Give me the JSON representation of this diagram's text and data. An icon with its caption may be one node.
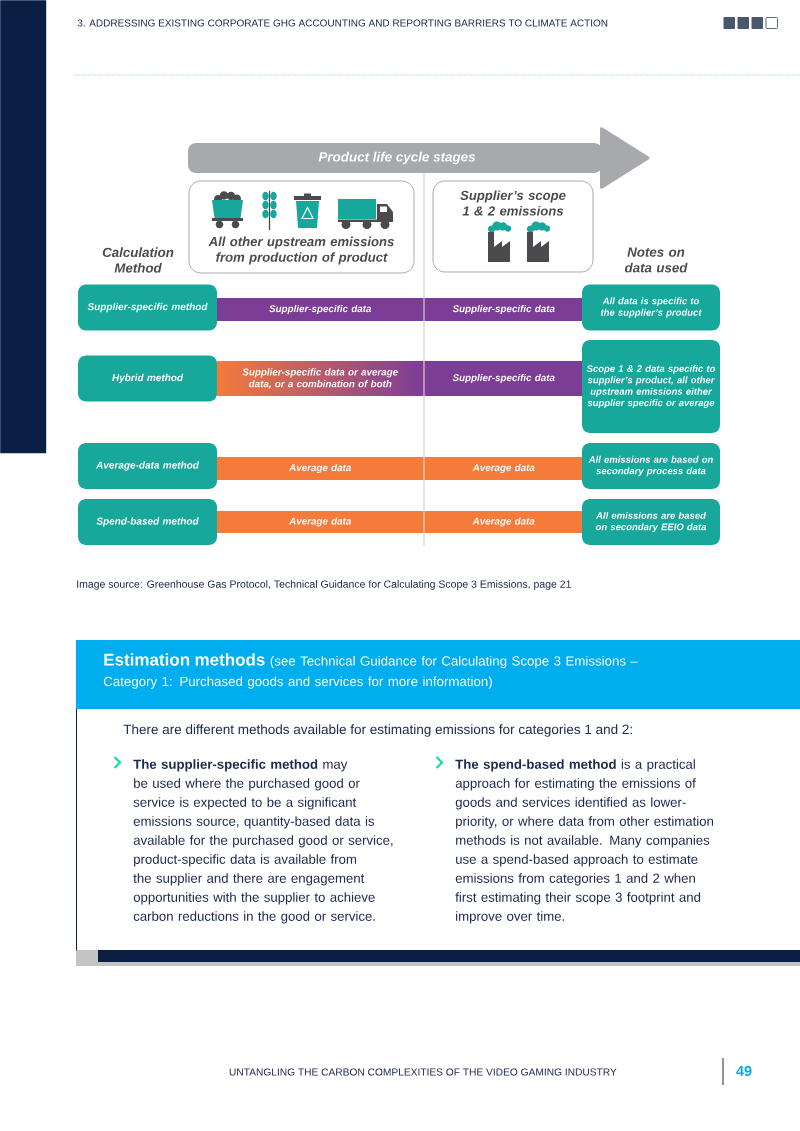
{
  "diagram": {
    "caption": "Image source: Greenhouse Gas Protocol, Technical Guidance for Calculating Scope 3 Emissions, page 21",
    "nodes": [
      {
        "text": [],
        "shape": "bar"
      },
      {
        "text": [
          "Product life cycle stages"
        ]
      },
      {
        "text": [
          "All other upstream emissions from production of product"
        ]
      },
      {
        "text": [
          "Supplier’s scope 1 & 2 emissions"
        ]
      },
      {
        "text": [
          "Supplier-specific method"
        ]
      },
      {
        "text": [
          "Supplier-specific data"
        ]
      },
      {
        "text": [
          "Supplier-specific data"
        ]
      },
      {
        "text": [
          "All data is specific to the supplier’s product"
        ]
      },
      {
        "text": [
          "Hybrid method"
        ]
      },
      {
        "text": [
          "Supplier-specific data or average data, or a combination of both"
        ]
      },
      {
        "text": [
          "Supplier-specific data"
        ]
      },
      {
        "text": [
          "Scope 1 & 2 data specific to supplier’s product, all other upstream emissions either supplier specific or average"
        ]
      },
      {
        "text": [
          "Average-data method"
        ]
      },
      {
        "text": [
          "Average data"
        ]
      },
      {
        "text": [
          "Average data"
        ]
      },
      {
        "text": [
          "All emissions are based on secondary process data"
        ]
      },
      {
        "text": [
          "Spend-based method"
        ]
      },
      {
        "text": [
          "Average data"
        ]
      },
      {
        "text": [
          "Average data"
        ]
      },
      {
        "text": [
          "All emissions are based on secondary EEIO data"
        ]
      },
      {
        "text": [
          "Estimation methods",
          "(see Technical Guidance for Calculating Scope 3 Emissions – Category 1: Purchased goods and services for more information)",
          "There are different methods available for estimating emissions for categories 1 and 2:",
          "**The supplier-specific method** may be used where the purchased good or service is expected to be a significant emissions source, quantity-based data is available for the purchased good or service, product-specific data is available from the supplier and there are engagement opportunities with the supplier to achieve carbon reductions in the good or service.",
          "**The spend-based method** is a practical approach for estimating the emissions of goods and services identified as lower-priority, or where data from other estimation methods is not available. Many companies use a spend-based approach to estimate emissions from categories 1 and 2 when first estimating their scope 3 footprint and improve over time."
        ]
      }
    ],
    "labels": [
      "3. ADDRESSING EXISTING CORPORATE GHG ACCOUNTING AND REPORTING BARRIERS TO CLIMATE ACTION",
      "Calculation Method",
      "Notes on data used",
      "UNTANGLING THE CARBON COMPLEXITIES OF THE VIDEO GAMING INDUSTRY",
      "49"
    ]
  }
}
